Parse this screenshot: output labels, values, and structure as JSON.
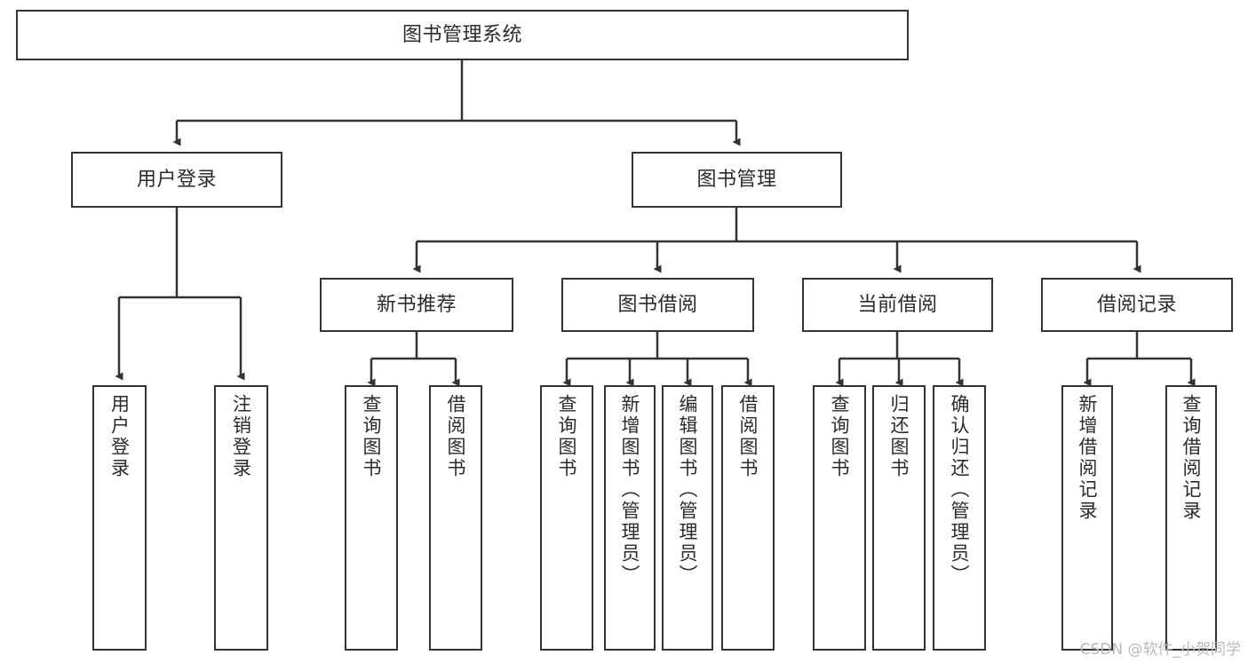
{
  "diagram": {
    "title": "图书管理系统",
    "watermark": "CSDN @软件_小贺同学",
    "line_color": "#333333",
    "box_fill": "#ffffff",
    "text_color": "#2b2b2b",
    "nodes": {
      "root": {
        "label": "图书管理系统",
        "level": 1,
        "orientation": "horizontal"
      },
      "user_login": {
        "label": "用户登录",
        "level": 2,
        "orientation": "horizontal"
      },
      "book_manage": {
        "label": "图书管理",
        "level": 2,
        "orientation": "horizontal"
      },
      "new_book_rec": {
        "label": "新书推荐",
        "level": 3,
        "orientation": "horizontal"
      },
      "book_borrow": {
        "label": "图书借阅",
        "level": 3,
        "orientation": "horizontal"
      },
      "current_borrow": {
        "label": "当前借阅",
        "level": 3,
        "orientation": "horizontal"
      },
      "borrow_record": {
        "label": "借阅记录",
        "level": 3,
        "orientation": "horizontal"
      },
      "leaf_user_login": {
        "label": "用户登录",
        "level": 4,
        "orientation": "vertical"
      },
      "leaf_logout": {
        "label": "注销登录",
        "level": 4,
        "orientation": "vertical"
      },
      "leaf_query_book_1": {
        "label": "查询图书",
        "level": 4,
        "orientation": "vertical"
      },
      "leaf_borrow_book_1": {
        "label": "借阅图书",
        "level": 4,
        "orientation": "vertical"
      },
      "leaf_query_book_2": {
        "label": "查询图书",
        "level": 4,
        "orientation": "vertical"
      },
      "leaf_add_book": {
        "label": "新增图书（管理员）",
        "level": 4,
        "orientation": "vertical"
      },
      "leaf_edit_book": {
        "label": "编辑图书（管理员）",
        "level": 4,
        "orientation": "vertical"
      },
      "leaf_borrow_book_2": {
        "label": "借阅图书",
        "level": 4,
        "orientation": "vertical"
      },
      "leaf_query_book_3": {
        "label": "查询图书",
        "level": 4,
        "orientation": "vertical"
      },
      "leaf_return_book": {
        "label": "归还图书",
        "level": 4,
        "orientation": "vertical"
      },
      "leaf_confirm_return": {
        "label": "确认归还（管理员）",
        "level": 4,
        "orientation": "vertical"
      },
      "leaf_add_record": {
        "label": "新增借阅记录",
        "level": 4,
        "orientation": "vertical"
      },
      "leaf_query_record": {
        "label": "查询借阅记录",
        "level": 4,
        "orientation": "vertical"
      }
    },
    "hierarchy": [
      {
        "parent": "root",
        "children": [
          "user_login",
          "book_manage"
        ]
      },
      {
        "parent": "user_login",
        "children": [
          "leaf_user_login",
          "leaf_logout"
        ]
      },
      {
        "parent": "book_manage",
        "children": [
          "new_book_rec",
          "book_borrow",
          "current_borrow",
          "borrow_record"
        ]
      },
      {
        "parent": "new_book_rec",
        "children": [
          "leaf_query_book_1",
          "leaf_borrow_book_1"
        ]
      },
      {
        "parent": "book_borrow",
        "children": [
          "leaf_query_book_2",
          "leaf_add_book",
          "leaf_edit_book",
          "leaf_borrow_book_2"
        ]
      },
      {
        "parent": "current_borrow",
        "children": [
          "leaf_query_book_3",
          "leaf_return_book",
          "leaf_confirm_return"
        ]
      },
      {
        "parent": "borrow_record",
        "children": [
          "leaf_add_record",
          "leaf_query_record"
        ]
      }
    ]
  }
}
